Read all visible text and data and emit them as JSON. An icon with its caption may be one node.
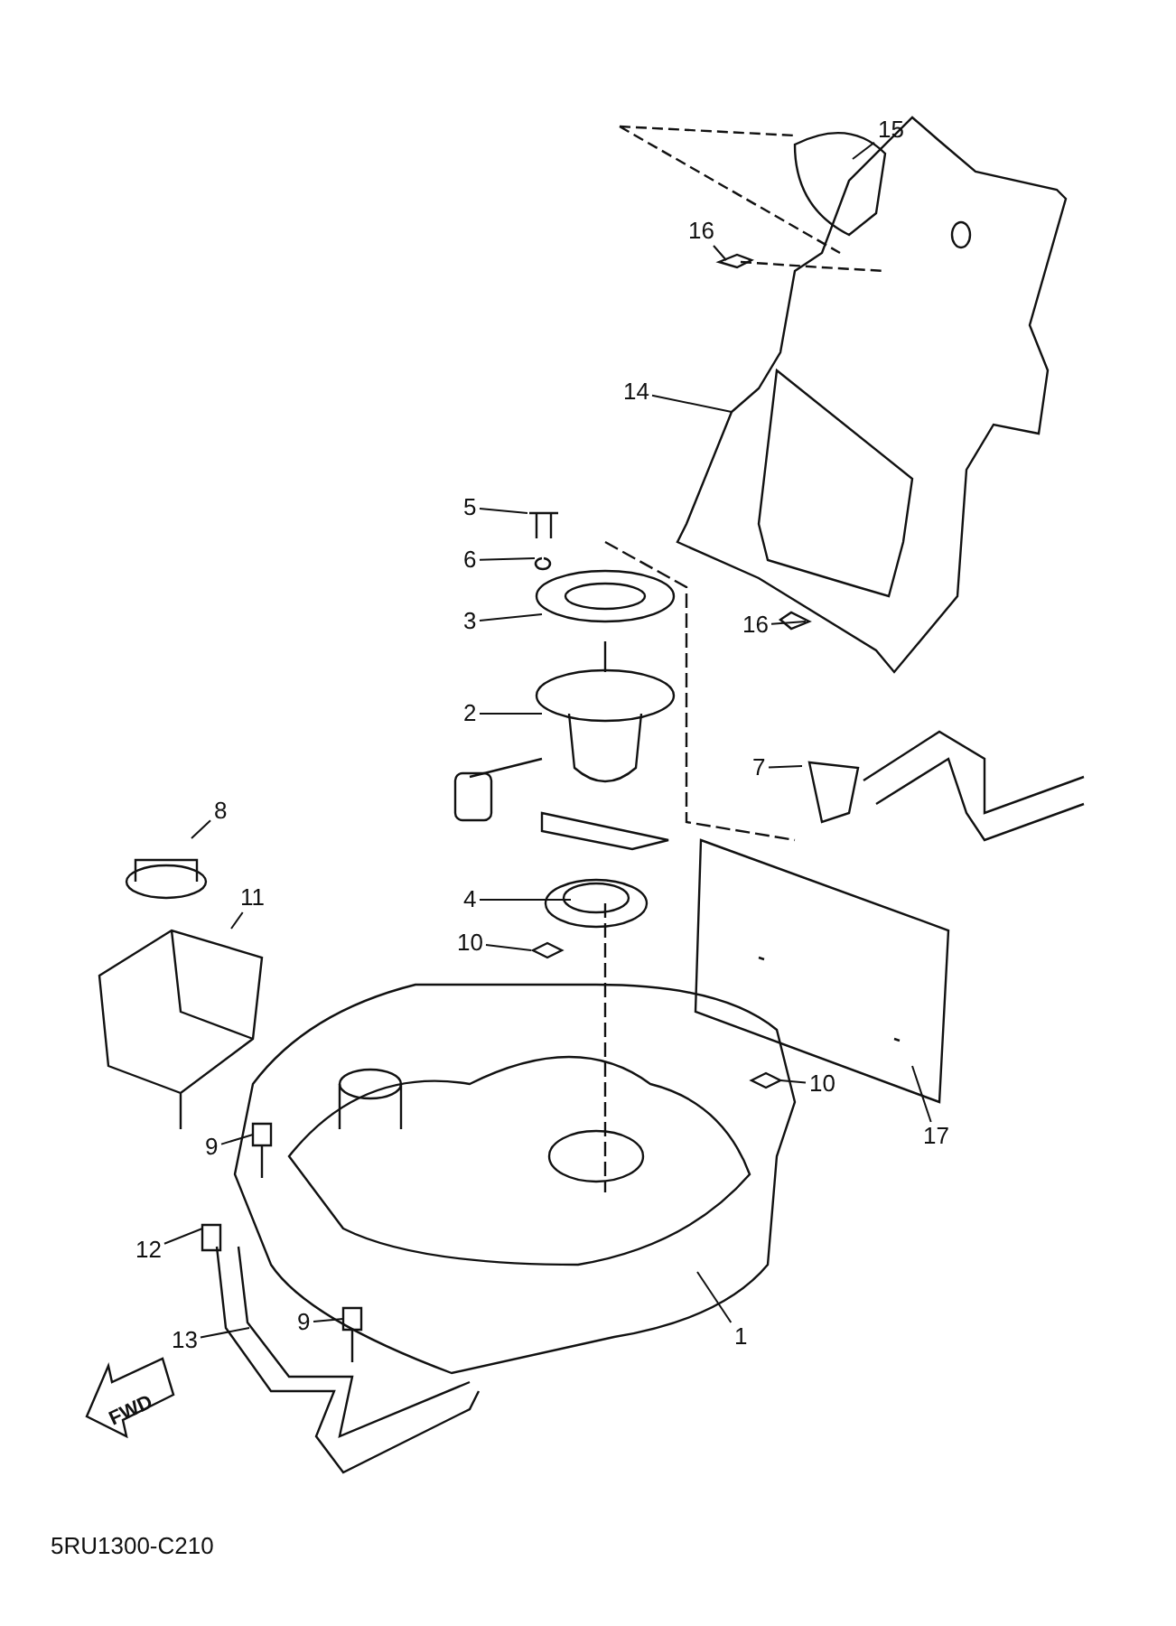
{
  "diagram": {
    "nodes": [
      {
        "text": [
          "15"
        ]
      },
      {
        "text": [
          "16"
        ]
      },
      {
        "text": [
          "14"
        ]
      },
      {
        "text": [
          "5"
        ]
      },
      {
        "text": [
          "6"
        ]
      },
      {
        "text": [
          "3"
        ]
      },
      {
        "text": [
          "16"
        ]
      },
      {
        "text": [
          "2"
        ]
      },
      {
        "text": [
          "7"
        ]
      },
      {
        "text": [
          "8"
        ]
      },
      {
        "text": [
          "11"
        ]
      },
      {
        "text": [
          "4"
        ]
      },
      {
        "text": [
          "10"
        ]
      },
      {
        "text": [
          "10"
        ]
      },
      {
        "text": [
          "9"
        ]
      },
      {
        "text": [
          "17"
        ]
      },
      {
        "text": [
          "12"
        ]
      },
      {
        "text": [
          "9"
        ]
      },
      {
        "text": [
          "1"
        ]
      },
      {
        "text": [
          "13"
        ]
      }
    ],
    "edges": [
      {
        "from": 0,
        "to": null,
        "arrow": "none"
      },
      {
        "from": 1,
        "to": null,
        "arrow": "none"
      },
      {
        "from": 2,
        "to": null,
        "arrow": "none"
      },
      {
        "from": 3,
        "to": null,
        "arrow": "none"
      },
      {
        "from": 4,
        "to": null,
        "arrow": "none"
      },
      {
        "from": 5,
        "to": null,
        "arrow": "none"
      },
      {
        "from": 6,
        "to": null,
        "arrow": "none"
      },
      {
        "from": 7,
        "to": null,
        "arrow": "none"
      },
      {
        "from": 8,
        "to": null,
        "arrow": "none"
      },
      {
        "from": 9,
        "to": null,
        "arrow": "none"
      },
      {
        "from": 10,
        "to": null,
        "arrow": "none"
      },
      {
        "from": 11,
        "to": null,
        "arrow": "none"
      },
      {
        "from": 12,
        "to": null,
        "arrow": "none"
      },
      {
        "from": 13,
        "to": null,
        "arrow": "none"
      },
      {
        "from": 14,
        "to": null,
        "arrow": "none"
      },
      {
        "from": 15,
        "to": null,
        "arrow": "none"
      },
      {
        "from": 16,
        "to": null,
        "arrow": "none"
      },
      {
        "from": 17,
        "to": null,
        "arrow": "none"
      },
      {
        "from": 18,
        "to": null,
        "arrow": "none"
      },
      {
        "from": 19,
        "to": null,
        "arrow": "none"
      }
    ],
    "labels": [
      "FWD",
      "5RU1300-C210"
    ]
  }
}
